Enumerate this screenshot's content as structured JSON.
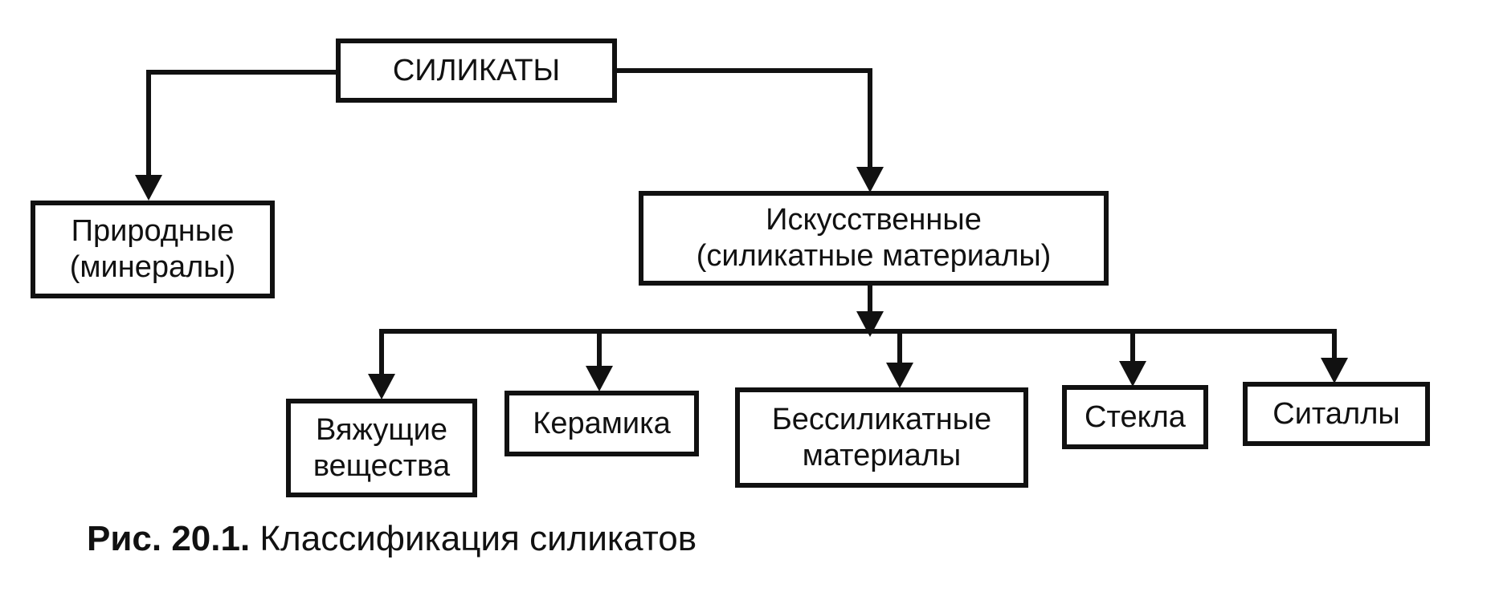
{
  "diagram": {
    "root": {
      "label": "СИЛИКАТЫ"
    },
    "natural": {
      "line1": "Природные",
      "line2": "(минералы)"
    },
    "artificial": {
      "line1": "Искусственные",
      "line2": "(силикатные материалы)"
    },
    "children": [
      {
        "line1": "Вяжущие",
        "line2": "вещества"
      },
      {
        "line1": "Керамика"
      },
      {
        "line1": "Бессиликатные",
        "line2": "материалы"
      },
      {
        "line1": "Стекла"
      },
      {
        "line1": "Ситаллы"
      }
    ]
  },
  "caption": {
    "label": "Рис. 20.1.",
    "text": " Классификация силикатов"
  },
  "colors": {
    "line": "#111111",
    "background": "#ffffff"
  }
}
